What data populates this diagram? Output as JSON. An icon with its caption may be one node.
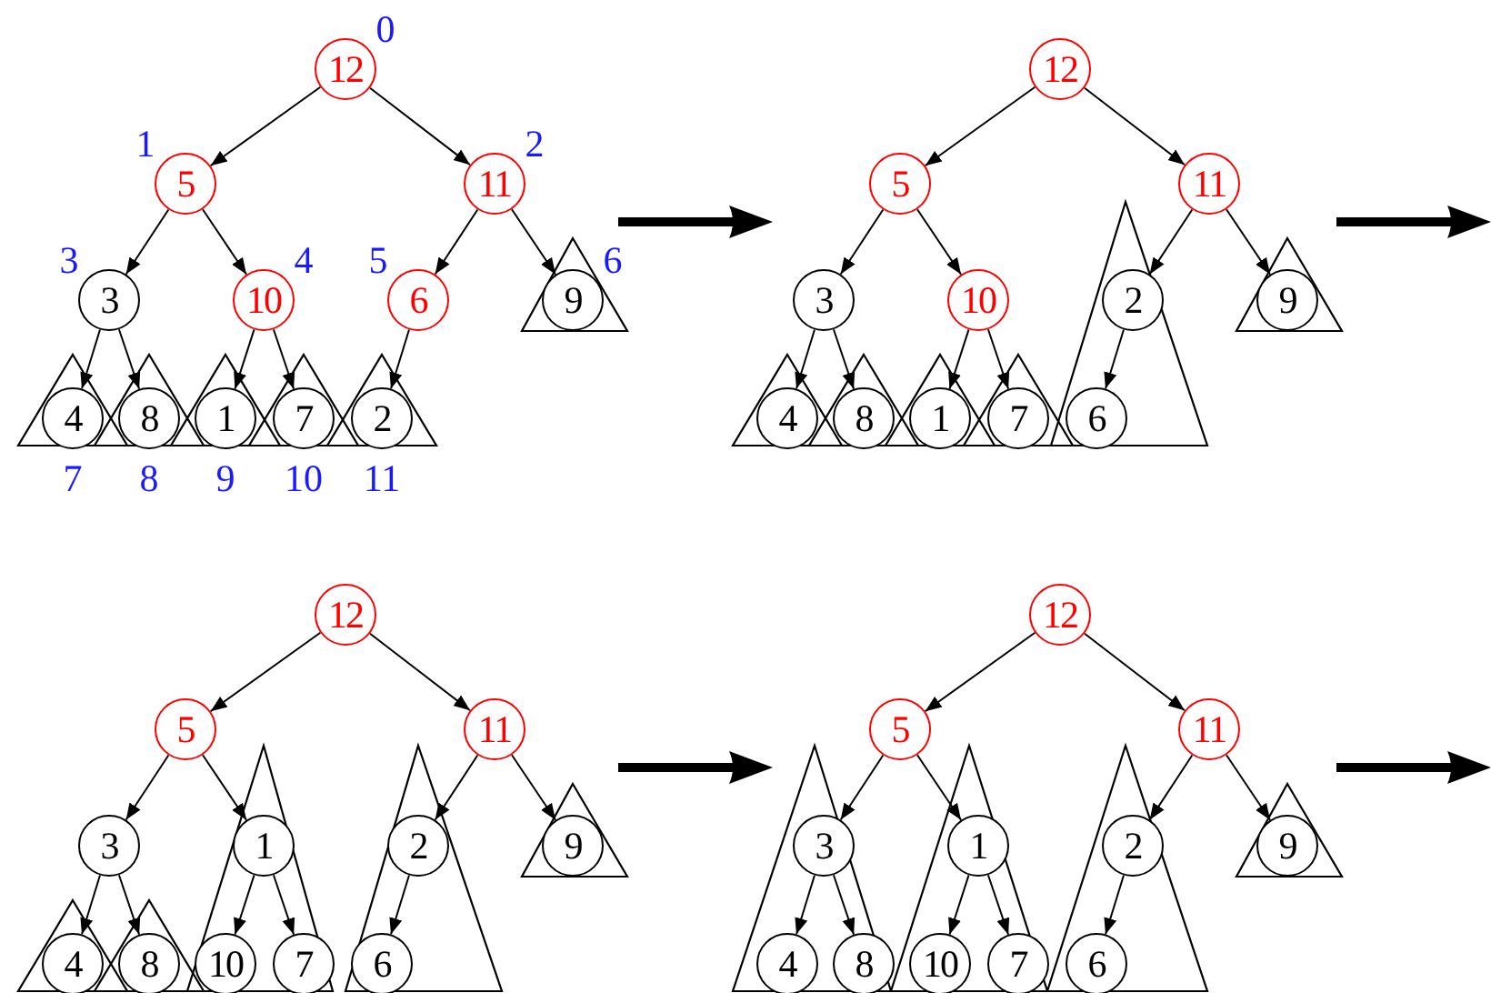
{
  "diagram": {
    "nodes": [
      {
        "text": [
          "12"
        ],
        "beside": [
          "0"
        ]
      },
      {
        "text": [
          "5"
        ],
        "beside": [
          "1"
        ]
      },
      {
        "text": [
          "11"
        ],
        "beside": [
          "2"
        ]
      },
      {
        "text": [
          "3"
        ],
        "beside": [
          "3"
        ]
      },
      {
        "text": [
          "10"
        ],
        "beside": [
          "4"
        ]
      },
      {
        "text": [
          "6"
        ],
        "beside": [
          "5"
        ]
      },
      {
        "text": [
          "9"
        ],
        "beside": [
          "6"
        ]
      },
      {
        "text": [
          "4"
        ],
        "beside": [
          "7"
        ]
      },
      {
        "text": [
          "8"
        ],
        "beside": [
          "8"
        ]
      },
      {
        "text": [
          "1"
        ],
        "beside": [
          "9"
        ]
      },
      {
        "text": [
          "7"
        ],
        "beside": [
          "10"
        ]
      },
      {
        "text": [
          "2"
        ],
        "beside": [
          "11"
        ]
      },
      {
        "text": [
          "12"
        ]
      },
      {
        "text": [
          "5"
        ]
      },
      {
        "text": [
          "11"
        ]
      },
      {
        "text": [
          "3"
        ]
      },
      {
        "text": [
          "10"
        ]
      },
      {
        "text": [
          "2"
        ]
      },
      {
        "text": [
          "9"
        ]
      },
      {
        "text": [
          "4"
        ]
      },
      {
        "text": [
          "8"
        ]
      },
      {
        "text": [
          "1"
        ]
      },
      {
        "text": [
          "7"
        ]
      },
      {
        "text": [
          "6"
        ]
      },
      {
        "text": [
          "12"
        ]
      },
      {
        "text": [
          "5"
        ]
      },
      {
        "text": [
          "11"
        ]
      },
      {
        "text": [
          "3"
        ]
      },
      {
        "text": [
          "1"
        ]
      },
      {
        "text": [
          "2"
        ]
      },
      {
        "text": [
          "9"
        ]
      },
      {
        "text": [
          "4"
        ]
      },
      {
        "text": [
          "8"
        ]
      },
      {
        "text": [
          "10"
        ]
      },
      {
        "text": [
          "7"
        ]
      },
      {
        "text": [
          "6"
        ]
      },
      {
        "text": [
          "12"
        ]
      },
      {
        "text": [
          "5"
        ]
      },
      {
        "text": [
          "11"
        ]
      },
      {
        "text": [
          "3"
        ]
      },
      {
        "text": [
          "1"
        ]
      },
      {
        "text": [
          "2"
        ]
      },
      {
        "text": [
          "9"
        ]
      },
      {
        "text": [
          "4"
        ]
      },
      {
        "text": [
          "8"
        ]
      },
      {
        "text": [
          "10"
        ]
      },
      {
        "text": [
          "7"
        ]
      },
      {
        "text": [
          "6"
        ]
      }
    ],
    "edges": [
      {
        "from": 0,
        "to": 1,
        "arrow": "to"
      },
      {
        "from": 0,
        "to": 2,
        "arrow": "to"
      },
      {
        "from": 1,
        "to": 3,
        "arrow": "to"
      },
      {
        "from": 1,
        "to": 4,
        "arrow": "to"
      },
      {
        "from": 2,
        "to": 5,
        "arrow": "to"
      },
      {
        "from": 2,
        "to": 6,
        "arrow": "to"
      },
      {
        "from": 3,
        "to": 7,
        "arrow": "to"
      },
      {
        "from": 3,
        "to": 8,
        "arrow": "to"
      },
      {
        "from": 4,
        "to": 9,
        "arrow": "to"
      },
      {
        "from": 4,
        "to": 10,
        "arrow": "to"
      },
      {
        "from": 5,
        "to": 11,
        "arrow": "to"
      },
      {
        "from": 12,
        "to": 13,
        "arrow": "to"
      },
      {
        "from": 12,
        "to": 14,
        "arrow": "to"
      },
      {
        "from": 13,
        "to": 15,
        "arrow": "to"
      },
      {
        "from": 13,
        "to": 16,
        "arrow": "to"
      },
      {
        "from": 14,
        "to": 17,
        "arrow": "to"
      },
      {
        "from": 14,
        "to": 18,
        "arrow": "to"
      },
      {
        "from": 15,
        "to": 19,
        "arrow": "to"
      },
      {
        "from": 15,
        "to": 20,
        "arrow": "to"
      },
      {
        "from": 16,
        "to": 21,
        "arrow": "to"
      },
      {
        "from": 16,
        "to": 22,
        "arrow": "to"
      },
      {
        "from": 17,
        "to": 23,
        "arrow": "to"
      },
      {
        "from": 24,
        "to": 25,
        "arrow": "to"
      },
      {
        "from": 24,
        "to": 26,
        "arrow": "to"
      },
      {
        "from": 25,
        "to": 27,
        "arrow": "to"
      },
      {
        "from": 25,
        "to": 28,
        "arrow": "to"
      },
      {
        "from": 26,
        "to": 29,
        "arrow": "to"
      },
      {
        "from": 26,
        "to": 30,
        "arrow": "to"
      },
      {
        "from": 27,
        "to": 31,
        "arrow": "to"
      },
      {
        "from": 27,
        "to": 32,
        "arrow": "to"
      },
      {
        "from": 28,
        "to": 33,
        "arrow": "to"
      },
      {
        "from": 28,
        "to": 34,
        "arrow": "to"
      },
      {
        "from": 29,
        "to": 35,
        "arrow": "to"
      },
      {
        "from": 36,
        "to": 37,
        "arrow": "to"
      },
      {
        "from": 36,
        "to": 38,
        "arrow": "to"
      },
      {
        "from": 37,
        "to": 39,
        "arrow": "to"
      },
      {
        "from": 37,
        "to": 40,
        "arrow": "to"
      },
      {
        "from": 38,
        "to": 41,
        "arrow": "to"
      },
      {
        "from": 38,
        "to": 42,
        "arrow": "to"
      },
      {
        "from": 39,
        "to": 43,
        "arrow": "to"
      },
      {
        "from": 39,
        "to": 44,
        "arrow": "to"
      },
      {
        "from": 40,
        "to": 45,
        "arrow": "to"
      },
      {
        "from": 40,
        "to": 46,
        "arrow": "to"
      },
      {
        "from": 41,
        "to": 47,
        "arrow": "to"
      }
    ]
  }
}
